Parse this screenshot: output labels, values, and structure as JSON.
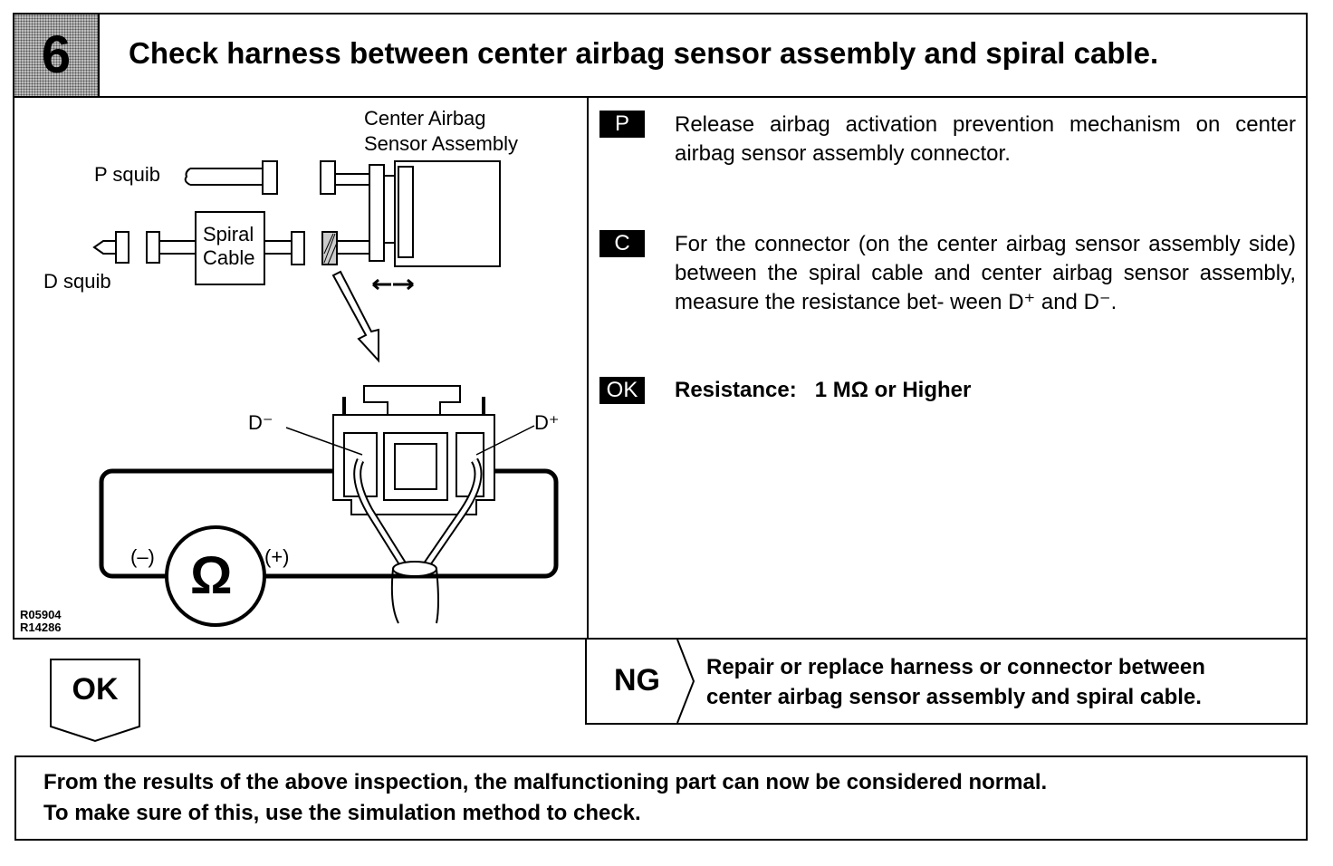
{
  "header": {
    "step_number": "6",
    "title": "Check harness between center airbag sensor assembly and spiral cable."
  },
  "diagram": {
    "labels": {
      "center_sensor_line1": "Center Airbag",
      "center_sensor_line2": "Sensor Assembly",
      "p_squib": "P squib",
      "d_squib": "D squib",
      "spiral_line1": "Spiral",
      "spiral_line2": "Cable",
      "d_minus": "D⁻",
      "d_plus": "D⁺",
      "minus": "(–)",
      "plus": "(+)",
      "ohm": "Ω",
      "code1": "R05904",
      "code2": "R14286"
    }
  },
  "steps": [
    {
      "tag": "P",
      "text": "Release airbag activation prevention mechanism on center airbag sensor assembly connector."
    },
    {
      "tag": "C",
      "text": "For the connector (on the center airbag sensor assembly side) between the spiral cable and center airbag sensor assembly, measure the resistance bet- ween D⁺ and D⁻."
    },
    {
      "tag": "OK",
      "text": "Resistance:   1 MΩ or Higher"
    }
  ],
  "result": {
    "ok_label": "OK",
    "ng_label": "NG",
    "ng_line1": "Repair or replace harness or connector between",
    "ng_line2": "center airbag sensor assembly and spiral cable."
  },
  "footer": {
    "line1": "From the results of the above inspection, the malfunctioning part can now be considered normal.",
    "line2": "To make sure of this, use the simulation method to check."
  }
}
